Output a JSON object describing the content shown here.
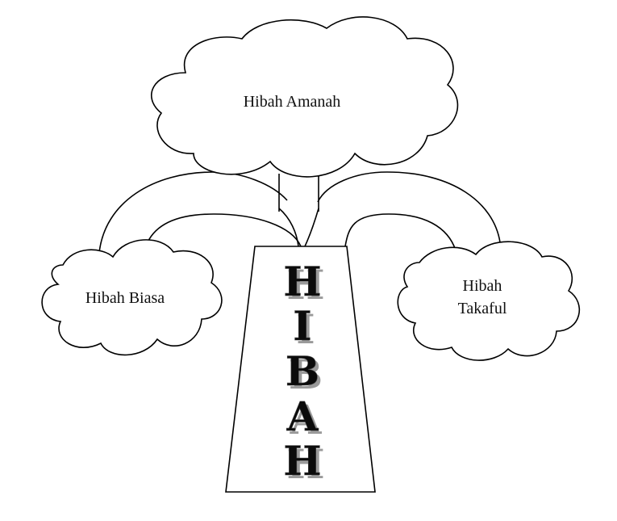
{
  "diagram": {
    "clouds": {
      "top": {
        "label": "Hibah Amanah"
      },
      "left": {
        "label": "Hibah Biasa"
      },
      "right": {
        "label_lines": [
          "Hibah",
          "Takaful"
        ]
      }
    },
    "trunk": {
      "letters": [
        "H",
        "I",
        "B",
        "A",
        "H"
      ]
    },
    "colors": {
      "stroke": "#000000",
      "fill": "#ffffff",
      "text": "#111111"
    }
  }
}
